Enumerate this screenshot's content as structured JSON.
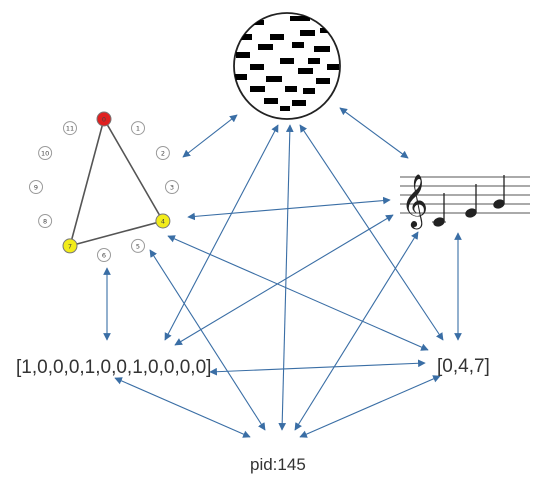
{
  "labels": {
    "pitch_vector": "[1,0,0,0,1,0,0,1,0,0,0,0]",
    "pitch_set": "[0,4,7]",
    "pid": "pid:145"
  },
  "clock": {
    "numbers": [
      "0",
      "1",
      "2",
      "3",
      "4",
      "5",
      "6",
      "7",
      "8",
      "9",
      "10",
      "11"
    ],
    "active": [
      0,
      4,
      7
    ],
    "root": 0
  },
  "colors": {
    "arrow": "#3a6ea5",
    "root_node": "#e02020",
    "active_node": "#f2ec1a",
    "inactive_stroke": "#9a9a9a",
    "triangle": "#555555"
  },
  "icons": {
    "grid_circle": "piano-roll-circle-icon",
    "staff": "treble-staff-icon"
  }
}
